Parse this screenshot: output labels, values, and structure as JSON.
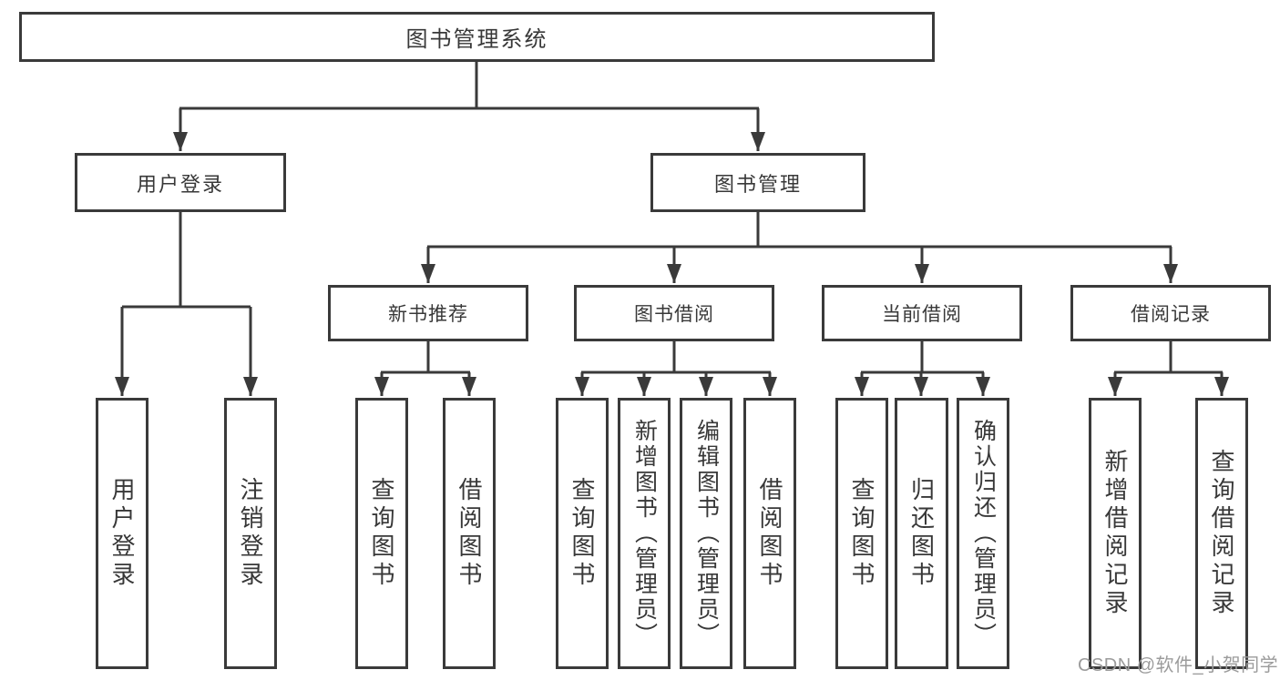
{
  "diagram": {
    "type": "tree",
    "title": "图书管理系统",
    "colors": {
      "line": "#3a3a3a",
      "text": "#383838",
      "background": "#ffffff",
      "watermark": "#9b9b9b"
    },
    "root": {
      "label": "图书管理系统"
    },
    "level2": [
      {
        "label": "用户登录",
        "parent": "图书管理系统"
      },
      {
        "label": "图书管理",
        "parent": "图书管理系统"
      }
    ],
    "level3": [
      {
        "label": "新书推荐",
        "parent": "图书管理"
      },
      {
        "label": "图书借阅",
        "parent": "图书管理"
      },
      {
        "label": "当前借阅",
        "parent": "图书管理"
      },
      {
        "label": "借阅记录",
        "parent": "图书管理"
      }
    ],
    "leaves": [
      {
        "label": "用户登录",
        "parent": "用户登录"
      },
      {
        "label": "注销登录",
        "parent": "用户登录"
      },
      {
        "label": "查询图书",
        "parent": "新书推荐"
      },
      {
        "label": "借阅图书",
        "parent": "新书推荐"
      },
      {
        "label": "查询图书",
        "parent": "图书借阅"
      },
      {
        "label": "新增图书（管理员）",
        "parent": "图书借阅"
      },
      {
        "label": "编辑图书（管理员）",
        "parent": "图书借阅"
      },
      {
        "label": "借阅图书",
        "parent": "图书借阅"
      },
      {
        "label": "查询图书",
        "parent": "当前借阅"
      },
      {
        "label": "归还图书",
        "parent": "当前借阅"
      },
      {
        "label": "确认归还（管理员）",
        "parent": "当前借阅"
      },
      {
        "label": "新增借阅记录",
        "parent": "借阅记录"
      },
      {
        "label": "查询借阅记录",
        "parent": "借阅记录"
      }
    ],
    "watermark": "CSDN @软件_小贺同学"
  }
}
